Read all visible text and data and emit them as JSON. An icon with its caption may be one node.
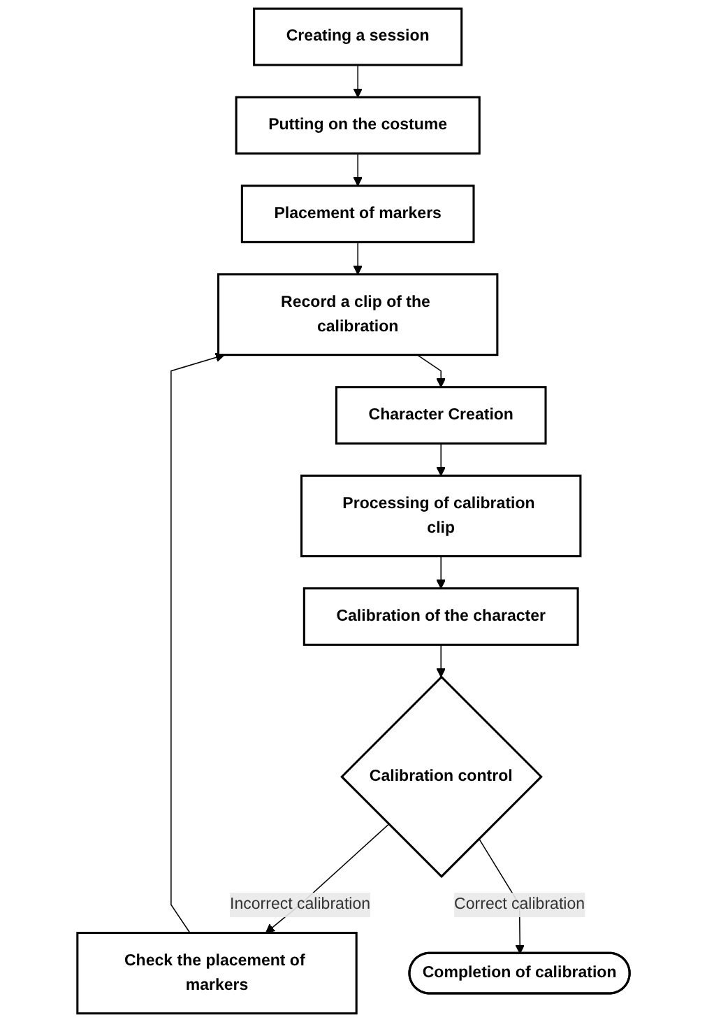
{
  "diagram": {
    "nodes": [
      {
        "text": [
          "Creating a session"
        ]
      },
      {
        "text": [
          "Putting on the costume"
        ]
      },
      {
        "text": [
          "Placement of markers"
        ]
      },
      {
        "text": [
          "Record a clip of the calibration"
        ]
      },
      {
        "text": [
          "Character Creation"
        ]
      },
      {
        "text": [
          "Processing of calibration clip"
        ]
      },
      {
        "text": [
          "Calibration of the character"
        ]
      },
      {
        "text": [
          "Calibration control"
        ]
      },
      {
        "text": [
          "Check the placement of markers"
        ]
      },
      {
        "text": [
          "Completion of calibration"
        ]
      }
    ],
    "edges": [
      {
        "from": 0,
        "to": 1,
        "arrow": "to"
      },
      {
        "from": 1,
        "to": 2,
        "arrow": "to"
      },
      {
        "from": 2,
        "to": 3,
        "arrow": "to"
      },
      {
        "from": 3,
        "to": 4,
        "arrow": "to"
      },
      {
        "from": 4,
        "to": 5,
        "arrow": "to"
      },
      {
        "from": 5,
        "to": 6,
        "arrow": "to"
      },
      {
        "from": 6,
        "to": 7,
        "arrow": "to"
      },
      {
        "from": 7,
        "to": 8,
        "arrow": "to",
        "label": "Incorrect calibration"
      },
      {
        "from": 8,
        "to": 3,
        "arrow": "to"
      },
      {
        "from": 7,
        "to": 9,
        "arrow": "to",
        "label": "Correct calibration"
      }
    ]
  }
}
